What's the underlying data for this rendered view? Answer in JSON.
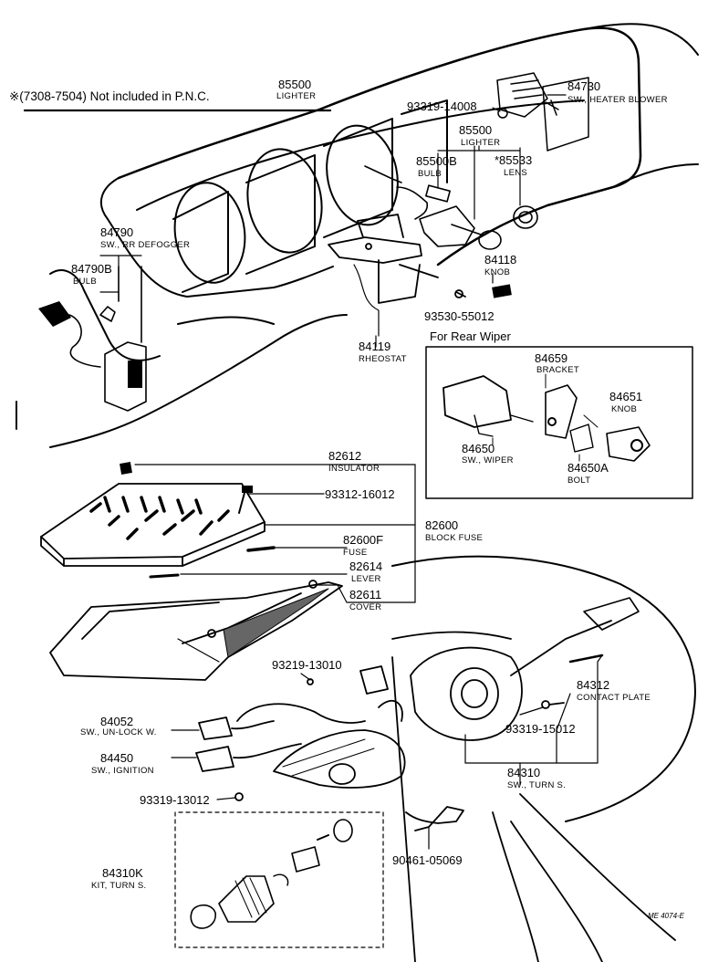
{
  "note": {
    "text": "※(7308-7504)  Not included in  P.N.C.",
    "pnc": "85500",
    "pnc_name": "LIGHTER"
  },
  "labels": {
    "p84730": "84730",
    "p84730_name": "SW., HEATER BLOWER",
    "p93319_14008": "93319-14008",
    "p85500": "85500",
    "p85500_name": "LIGHTER",
    "p85500B": "85500B",
    "p85500B_name": "BULB",
    "p85533": "*85533",
    "p85533_name": "LENS",
    "p84118": "84118",
    "p84118_name": "KNOB",
    "p93530_55012": "93530-55012",
    "p84119": "84119",
    "p84119_name": "RHEOSTAT",
    "p84790": "84790",
    "p84790_name": "SW., RR DEFOGGER",
    "p84790B": "84790B",
    "p84790B_name": "BULB",
    "rear_wiper_header": "For Rear Wiper",
    "p84659": "84659",
    "p84659_name": "BRACKET",
    "p84651": "84651",
    "p84651_name": "KNOB",
    "p84650": "84650",
    "p84650_name": "SW., WIPER",
    "p84650A": "84650A",
    "p84650A_name": "BOLT",
    "p82612": "82612",
    "p82612_name": "INSULATOR",
    "p93312_16012": "93312-16012",
    "p82600": "82600",
    "p82600_name": "BLOCK FUSE",
    "p82600F": "82600F",
    "p82600F_name": "FUSE",
    "p82614": "82614",
    "p82614_name": "LEVER",
    "p82611": "82611",
    "p82611_name": "COVER",
    "p93219_13010": "93219-13010",
    "p84052": "84052",
    "p84052_name": "SW., UN-LOCK W.",
    "p84450": "84450",
    "p84450_name": "SW., IGNITION",
    "p84312": "84312",
    "p84312_name": "CONTACT PLATE",
    "p93319_15012": "93319-15012",
    "p84310": "84310",
    "p84310_name": "SW., TURN S.",
    "p93319_13012": "93319-13012",
    "p84310K": "84310K",
    "p84310K_name": "KIT, TURN S.",
    "p90461_05069": "90461-05069",
    "ref": "ME 4074-E"
  }
}
